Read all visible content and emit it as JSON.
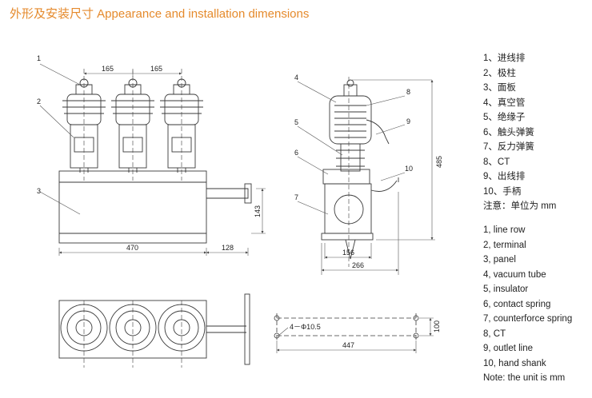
{
  "title": "外形及安装尺寸 Appearance and installation dimensions",
  "colors": {
    "title": "#e58a2c",
    "line": "#3a3a3a",
    "dim": "#555555"
  },
  "legend_cn": [
    "1、进线排",
    "2、极柱",
    "3、面板",
    "4、真空管",
    "5、绝缘子",
    "6、触头弹簧",
    "7、反力弹簧",
    "8、CT",
    "9、出线排",
    "10、手柄",
    "注意：单位为 mm"
  ],
  "legend_en": [
    "1, line row",
    "2, terminal",
    "3, panel",
    "4, vacuum tube",
    "5, insulator",
    "6, contact spring",
    "7, counterforce spring",
    "8, CT",
    "9, outlet line",
    "10, hand shank",
    "Note: the unit is mm"
  ],
  "front_view": {
    "callouts": [
      "1",
      "2",
      "3"
    ],
    "dims": {
      "pitch_1": "165",
      "pitch_2": "165",
      "width": "470",
      "handle": "128",
      "height": "143"
    }
  },
  "side_view": {
    "callouts": [
      "4",
      "5",
      "6",
      "7",
      "8",
      "9",
      "10"
    ],
    "dims": {
      "height": "485",
      "inner": "156",
      "base": "266"
    }
  },
  "mount_plan": {
    "holes": "4－Φ10.5",
    "width": "447",
    "depth": "100"
  }
}
